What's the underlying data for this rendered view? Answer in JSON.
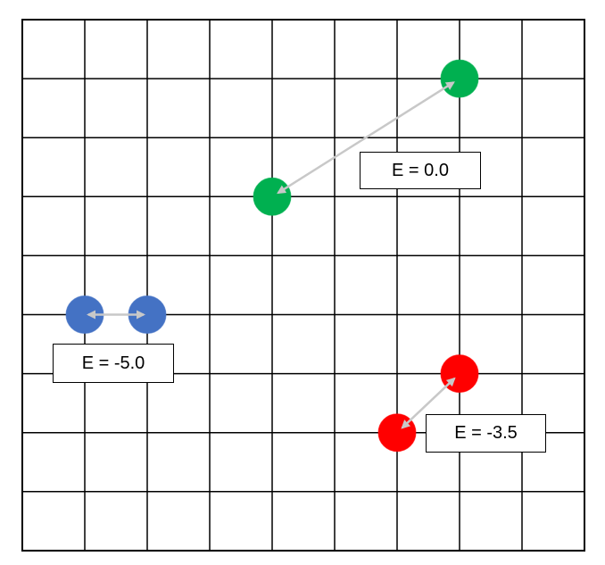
{
  "grid": {
    "columns": 9,
    "rows": 9,
    "line_color": "#000000",
    "background": "#ffffff"
  },
  "pairs": [
    {
      "id": "green",
      "color": "#00b050",
      "energy_label": "E = 0.0",
      "particles": [
        {
          "col": 4,
          "row": 3
        },
        {
          "col": 7,
          "row": 1
        }
      ]
    },
    {
      "id": "blue",
      "color": "#4472c4",
      "energy_label": "E = -5.0",
      "particles": [
        {
          "col": 1,
          "row": 5
        },
        {
          "col": 2,
          "row": 5
        }
      ]
    },
    {
      "id": "red",
      "color": "#ff0000",
      "energy_label": "E = -3.5",
      "particles": [
        {
          "col": 6,
          "row": 7
        },
        {
          "col": 7,
          "row": 6
        }
      ]
    }
  ],
  "arrow_color": "#c8c8c8"
}
